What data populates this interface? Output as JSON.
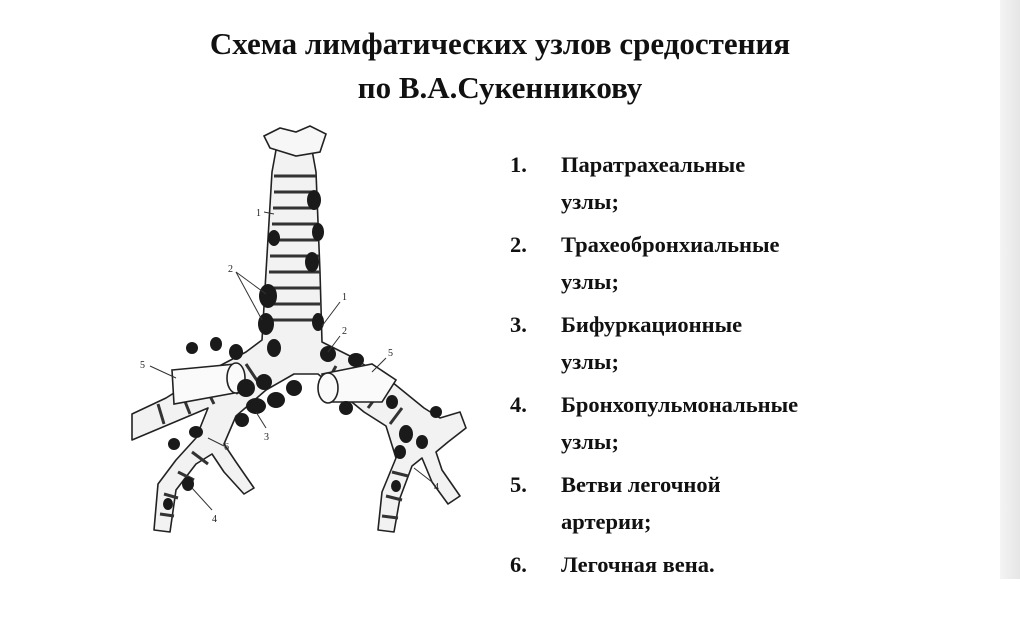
{
  "title": {
    "line1": "Схема лимфатических узлов средостения",
    "line2": "по В.А.Сукенникову"
  },
  "legend": [
    {
      "num": "1.",
      "line1": "Паратрахеальные",
      "line2": "узлы;"
    },
    {
      "num": "2.",
      "line1": "Трахеобронхиальные",
      "line2": "узлы;"
    },
    {
      "num": "3.",
      "line1": "Бифуркационные",
      "line2": "узлы;"
    },
    {
      "num": "4.",
      "line1": "Бронхопульмональные",
      "line2": "узлы;"
    },
    {
      "num": "5.",
      "line1": "Ветви легочной",
      "line2": "артерии;"
    },
    {
      "num": "6.",
      "line1": "Легочная вена.",
      "line2": ""
    }
  ],
  "diagram": {
    "callouts": {
      "l1": "1",
      "l1b": "1",
      "l2": "2",
      "l2b": "2",
      "l3": "3",
      "l4a": "4",
      "l4b": "4",
      "l5a": "5",
      "l5b": "5",
      "l6": "6"
    }
  }
}
